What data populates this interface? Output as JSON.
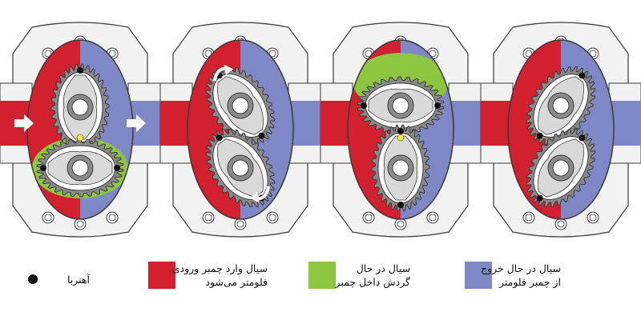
{
  "colors": {
    "inlet": "#d3202f",
    "rotating": "#8dc63f",
    "outlet": "#7f88c6",
    "metal": "#8a8a8a",
    "metal_light": "#d9d9d9",
    "housing": "#f2f2f2",
    "outline": "#3a3a3a",
    "sensor": "#f3ec3a",
    "magnet": "#111111"
  },
  "legend": {
    "magnet": {
      "label": "آهنربا"
    },
    "inlet": {
      "line1": "سیال وارد چمبر ورودی",
      "line2": "فلومتر می‌شود"
    },
    "rotating": {
      "line1": "سیال در حال",
      "line2": "گردش داخل چمبر"
    },
    "outlet": {
      "line1": "سیال در حال خروج",
      "line2": "از چمبر فلومتر"
    }
  },
  "stages": [
    {
      "id": 1,
      "gear_orientation": "horizontal",
      "arrows": "flow"
    },
    {
      "id": 2,
      "gear_orientation": "tilted",
      "arrows": "rotation"
    },
    {
      "id": 3,
      "gear_orientation": "vertical",
      "arrows": "none"
    },
    {
      "id": 4,
      "gear_orientation": "tilted-reverse",
      "arrows": "none"
    }
  ]
}
